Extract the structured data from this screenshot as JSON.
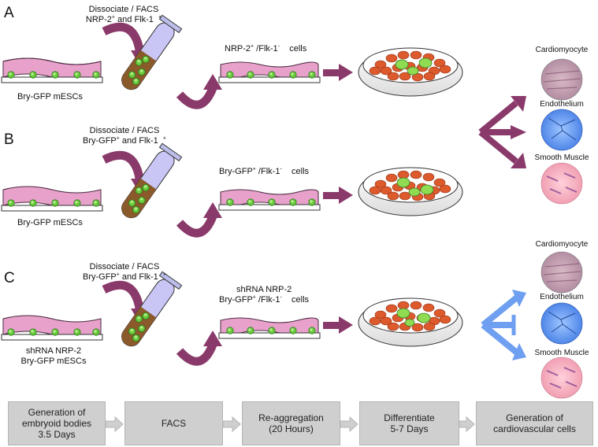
{
  "panels": {
    "A": {
      "letter": "A",
      "step_line1": "Dissociate / FACS",
      "step_line2_a": "NRP-2",
      "step_line2_b": " and Flk-1",
      "sup_plus": "+",
      "cells_a": "NRP-2",
      "cells_b": " /Flk-1",
      "sup_minus": "-",
      "cells_c": "cells",
      "source": "Bry-GFP mESCs"
    },
    "B": {
      "letter": "B",
      "step_line1": "Dissociate / FACS",
      "step_line2_a": "Bry-GFP",
      "step_line2_b": " and Flk-1",
      "sup_plus": "+",
      "cells_a": "Bry-GFP",
      "cells_b": " /Flk-1",
      "sup_minus": "-",
      "cells_c": "cells",
      "source": "Bry-GFP mESCs"
    },
    "C": {
      "letter": "C",
      "step_line1": "Dissociate / FACS",
      "step_line2_a": "Bry-GFP",
      "step_line2_b": " and Flk-1",
      "sup_plus": "+",
      "cells_pre": "shRNA NRP-2",
      "cells_a": "Bry-GFP",
      "cells_b": " /Flk-1",
      "sup_minus": "-",
      "cells_c": "cells",
      "source_line1": "shRNA NRP-2",
      "source_line2": "Bry-GFP mESCs"
    }
  },
  "cell_types": {
    "top": [
      "Cardiomyocyte",
      "Endothelium",
      "Smooth Muscle"
    ],
    "bottom": [
      "Cardiomyocyte",
      "Endothelium",
      "Smooth Muscle"
    ]
  },
  "timeline": [
    {
      "line1": "Generation of",
      "line2": "embryoid bodies",
      "line3": "3.5 Days"
    },
    {
      "line1": "FACS",
      "line2": "",
      "line3": ""
    },
    {
      "line1": "Re-aggregation",
      "line2": "(20 Hours)",
      "line3": ""
    },
    {
      "line1": "Differentiate",
      "line2": "5-7 Days",
      "line3": ""
    },
    {
      "line1": "Generation of",
      "line2": "cardiovascular cells",
      "line3": ""
    }
  ],
  "colors": {
    "arrow_purple": "#8a3a6a",
    "arrow_blue": "#6f9ff0",
    "dish_pink": "#e4a0c8",
    "gfp_green": "#5fbf3a",
    "tissue_orange": "#d9572b",
    "timeline_box": "#cfcfcf"
  }
}
